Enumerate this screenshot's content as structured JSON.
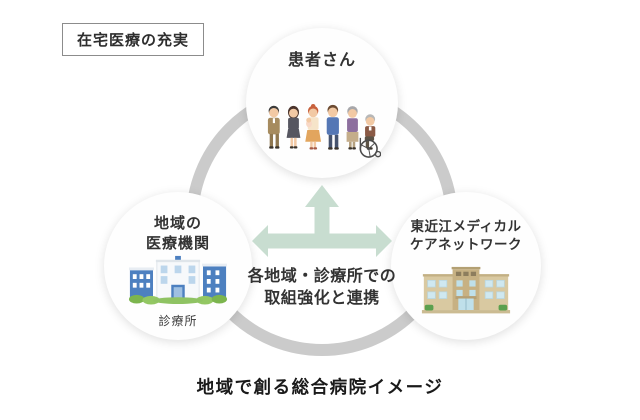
{
  "title_box": {
    "label": "在宅医療の充実"
  },
  "nodes": {
    "patients": {
      "label": "患者さん",
      "icon": "people-group-icon"
    },
    "regional_medical": {
      "label_line1": "地域の",
      "label_line2": "医療機関",
      "sublabel": "診療所",
      "icon": "clinic-building-icon"
    },
    "care_network": {
      "label_line1": "東近江メディカル",
      "label_line2": "ケアネットワーク",
      "icon": "office-building-icon"
    }
  },
  "center": {
    "line1": "各地域・診療所での",
    "line2": "取組強化と連携",
    "icon": "three-way-arrow-icon"
  },
  "caption": "地域で創る総合病院イメージ",
  "colors": {
    "background": "#ffffff",
    "ring_gray": "#cbcbcb",
    "arrow_green": "#c8ddd0",
    "label_text": "#333333",
    "caption_text": "#1a1a1a",
    "box_border": "#8c8c8c"
  }
}
